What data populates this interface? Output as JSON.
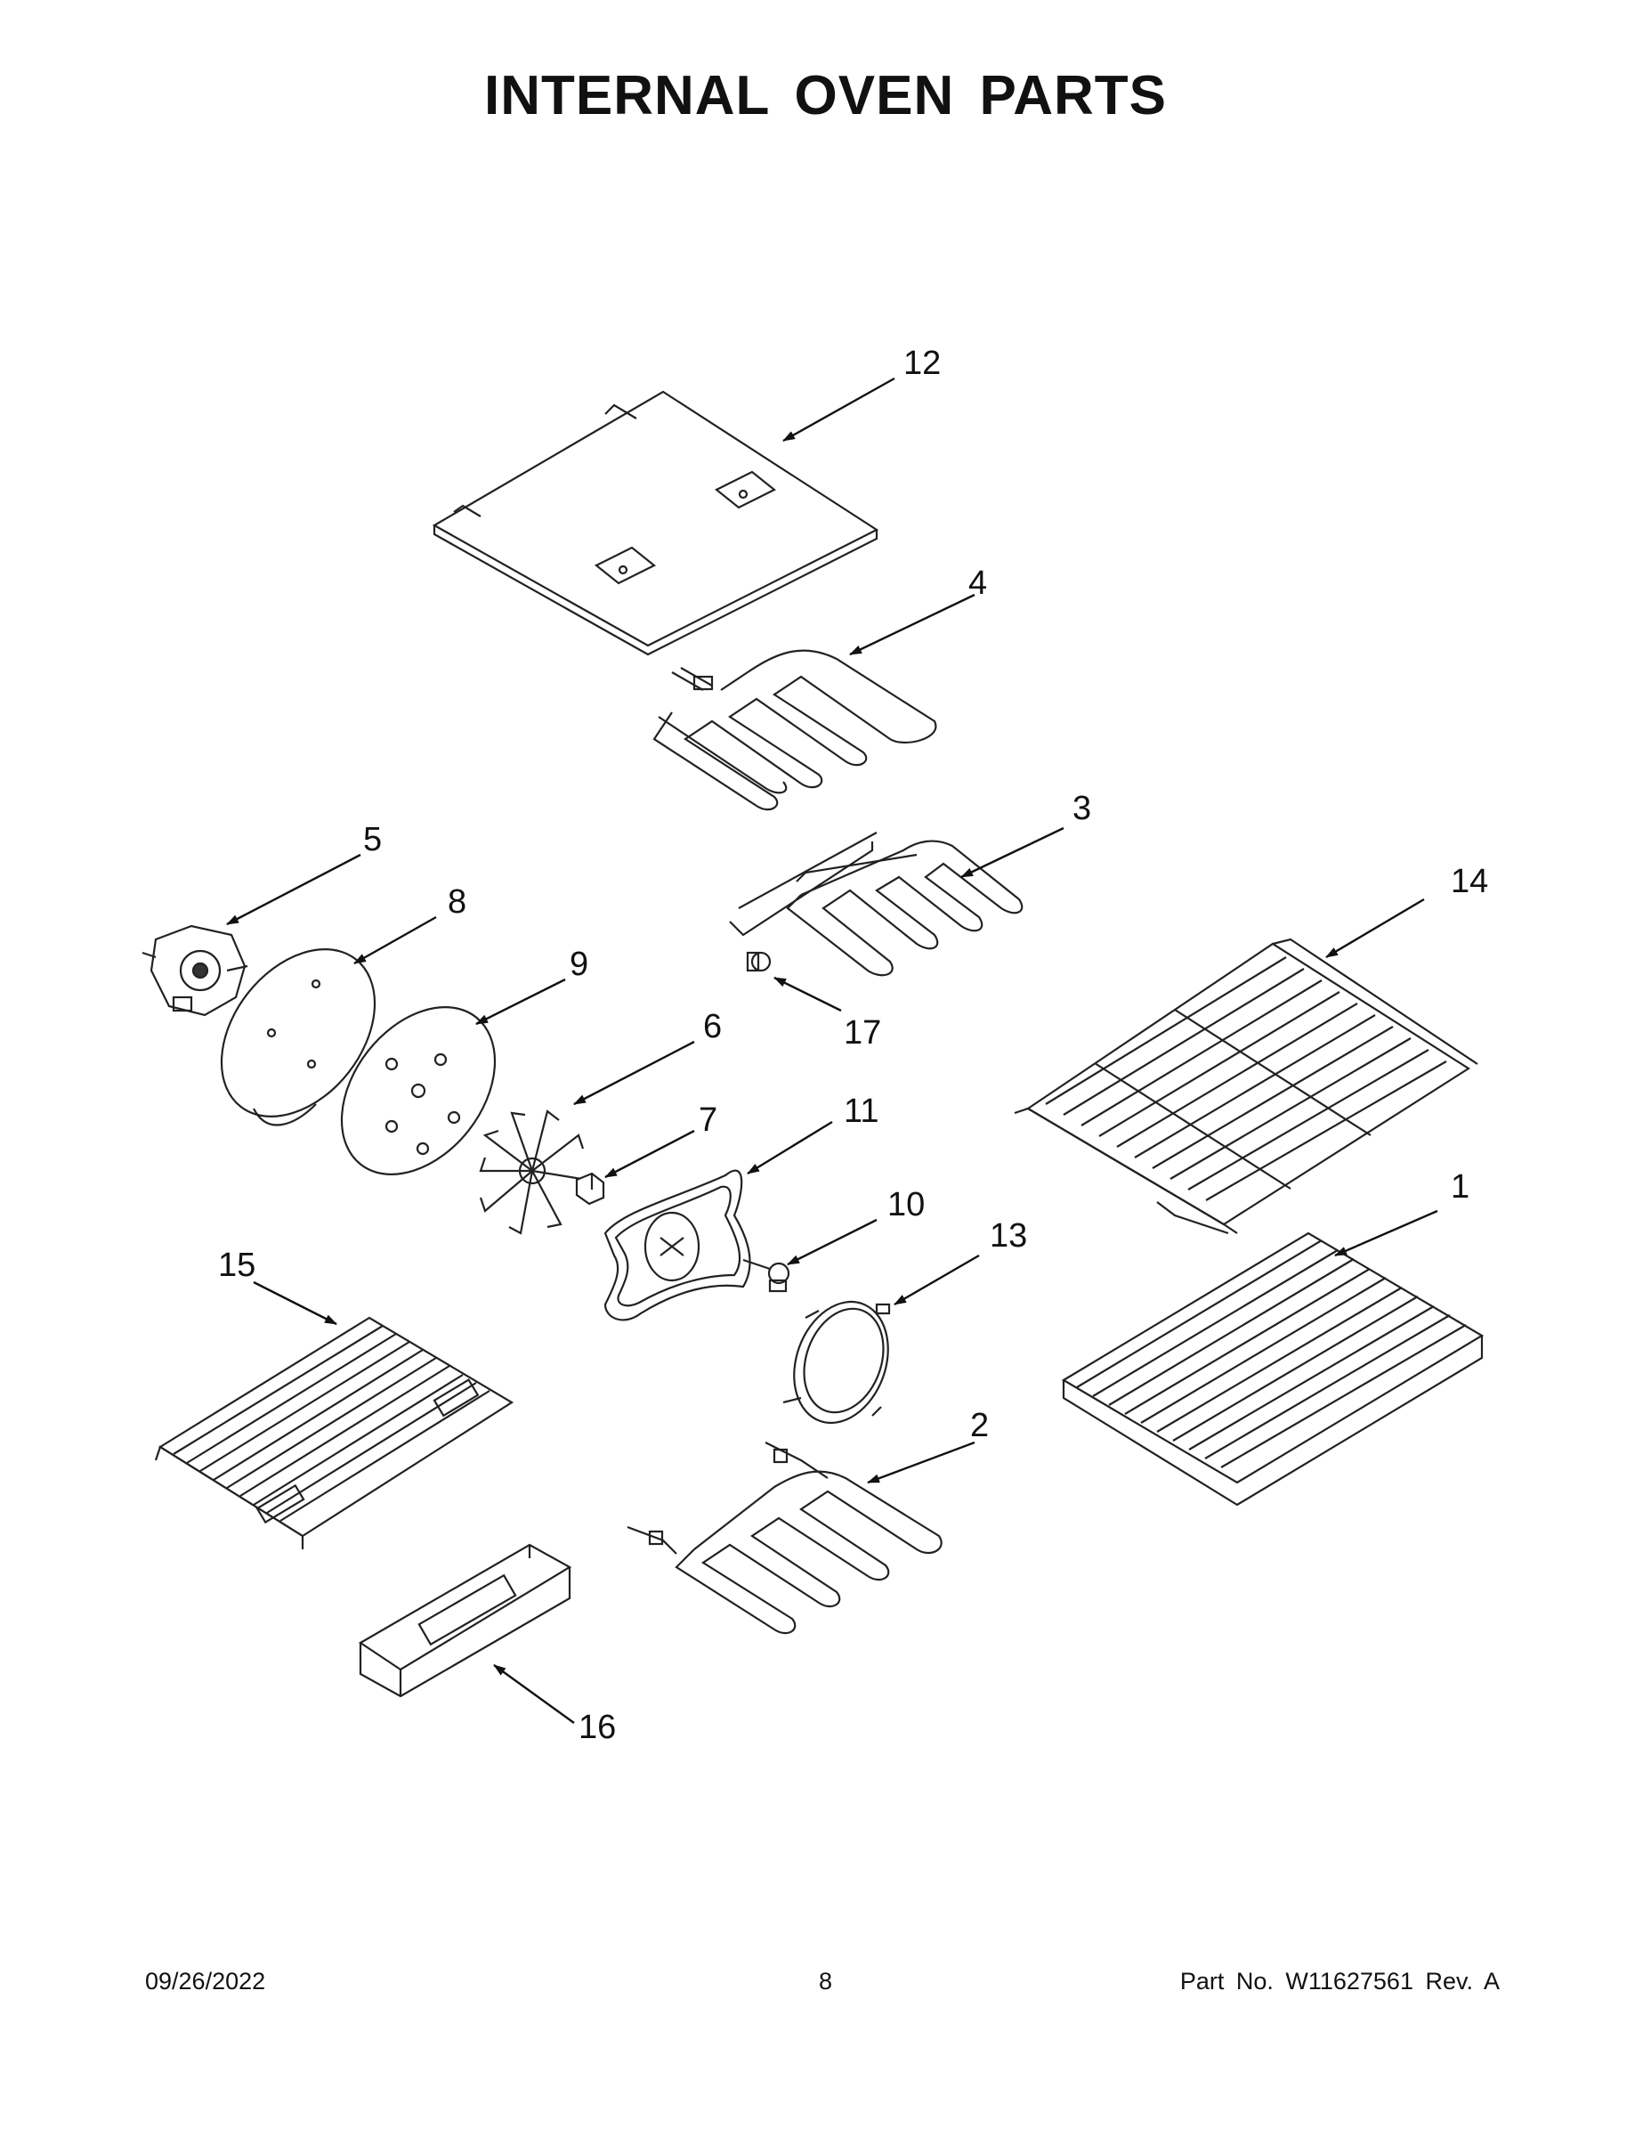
{
  "title": "INTERNAL OVEN PARTS",
  "callouts": [
    {
      "id": "callout-1",
      "label": "1"
    },
    {
      "id": "callout-2",
      "label": "2"
    },
    {
      "id": "callout-3",
      "label": "3"
    },
    {
      "id": "callout-4",
      "label": "4"
    },
    {
      "id": "callout-5",
      "label": "5"
    },
    {
      "id": "callout-6",
      "label": "6"
    },
    {
      "id": "callout-7",
      "label": "7"
    },
    {
      "id": "callout-8",
      "label": "8"
    },
    {
      "id": "callout-9",
      "label": "9"
    },
    {
      "id": "callout-10",
      "label": "10"
    },
    {
      "id": "callout-11",
      "label": "11"
    },
    {
      "id": "callout-12",
      "label": "12"
    },
    {
      "id": "callout-13",
      "label": "13"
    },
    {
      "id": "callout-14",
      "label": "14"
    },
    {
      "id": "callout-15",
      "label": "15"
    },
    {
      "id": "callout-16",
      "label": "16"
    },
    {
      "id": "callout-17",
      "label": "17"
    }
  ],
  "footer": {
    "date": "09/26/2022",
    "page": "8",
    "part_number": "Part No.  W11627561  Rev.  A"
  }
}
